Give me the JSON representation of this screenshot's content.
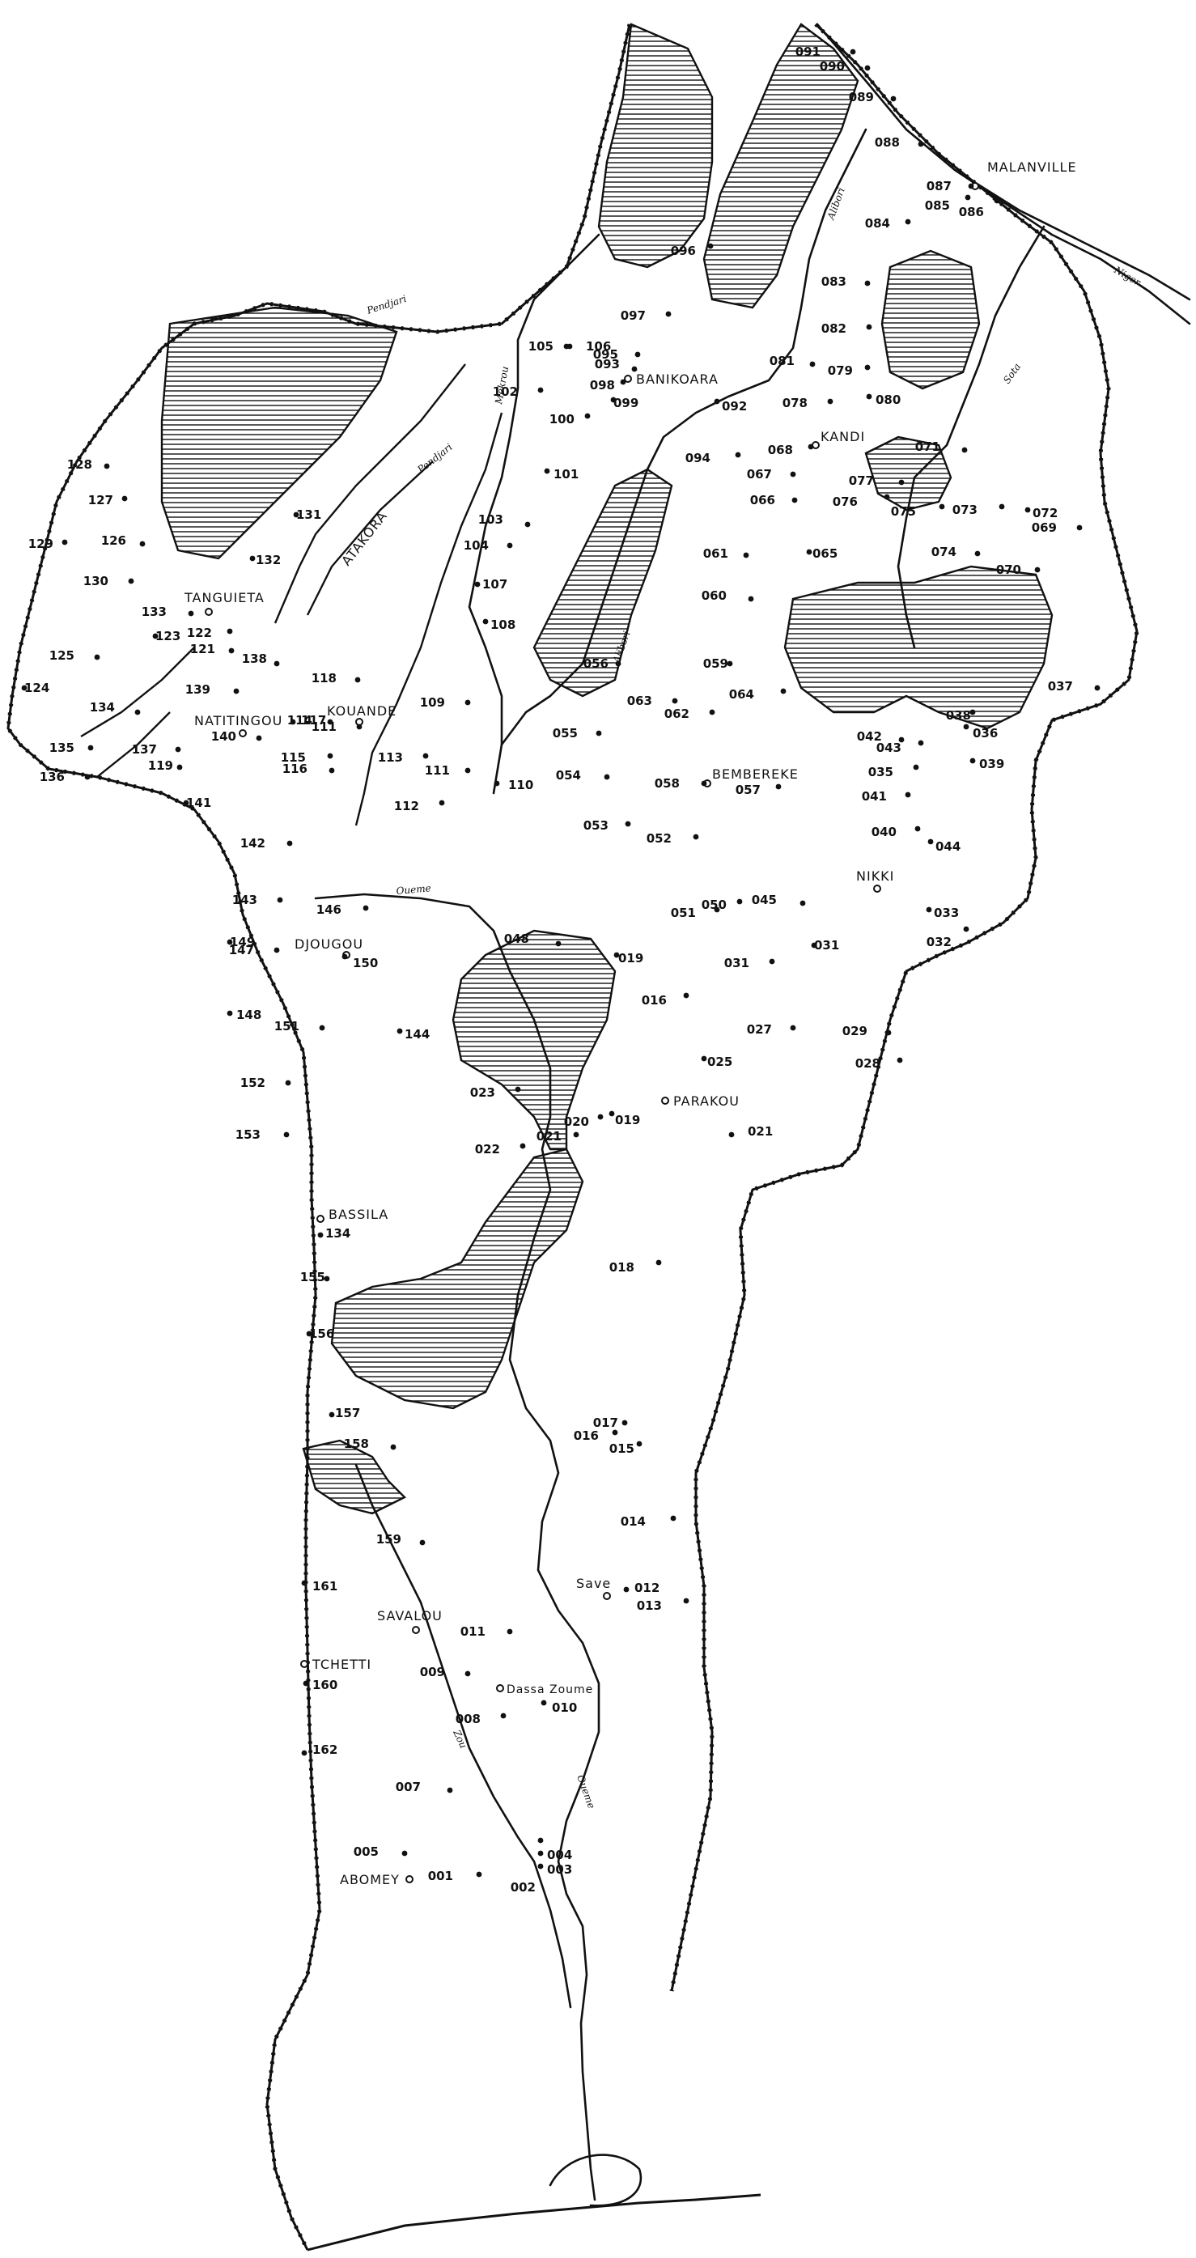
{
  "towns": [
    {
      "id": "malanville",
      "label": "MALANVILLE"
    },
    {
      "id": "banikoara",
      "label": "BANIKOARA"
    },
    {
      "id": "kandi",
      "label": "KANDI"
    },
    {
      "id": "tanguieta",
      "label": "TANGUIETA"
    },
    {
      "id": "natitingou",
      "label": "NATITINGOU"
    },
    {
      "id": "kouande",
      "label": "KOUANDE"
    },
    {
      "id": "bembereke",
      "label": "BEMBEREKE"
    },
    {
      "id": "nikki",
      "label": "NIKKI"
    },
    {
      "id": "djougou",
      "label": "DJOUGOU"
    },
    {
      "id": "parakou",
      "label": "PARAKOU"
    },
    {
      "id": "bassila",
      "label": "BASSILA"
    },
    {
      "id": "save",
      "label": "Save"
    },
    {
      "id": "savalou",
      "label": "SAVALOU"
    },
    {
      "id": "tchetti",
      "label": "TCHETTI"
    },
    {
      "id": "dassa",
      "label": "Dassa Zoume"
    },
    {
      "id": "abomey",
      "label": "ABOMEY"
    }
  ],
  "region_labels": [
    {
      "id": "atakora",
      "label": "ATAKORA"
    }
  ],
  "rivers": [
    {
      "id": "niger",
      "label": "Niger"
    },
    {
      "id": "pendjari-1",
      "label": "Pendjari"
    },
    {
      "id": "pendjari-2",
      "label": "Pendjari"
    },
    {
      "id": "alibori-1",
      "label": "Alibori"
    },
    {
      "id": "alibori-2",
      "label": "Alibori"
    },
    {
      "id": "sota",
      "label": "Sota"
    },
    {
      "id": "mekrou",
      "label": "Mekrou"
    },
    {
      "id": "oueme-1",
      "label": "Oueme"
    },
    {
      "id": "oueme-2",
      "label": "Oueme"
    },
    {
      "id": "zou",
      "label": "Zou"
    }
  ],
  "points": [
    {
      "label": "001"
    },
    {
      "label": "002"
    },
    {
      "label": "003"
    },
    {
      "label": "004"
    },
    {
      "label": "005"
    },
    {
      "label": "007"
    },
    {
      "label": "008"
    },
    {
      "label": "009"
    },
    {
      "label": "010"
    },
    {
      "label": "011"
    },
    {
      "label": "012"
    },
    {
      "label": "013"
    },
    {
      "label": "014"
    },
    {
      "label": "015"
    },
    {
      "label": "016"
    },
    {
      "label": "017"
    },
    {
      "label": "018"
    },
    {
      "label": "019"
    },
    {
      "label": "020"
    },
    {
      "label": "021"
    },
    {
      "label": "021"
    },
    {
      "label": "022"
    },
    {
      "label": "023"
    },
    {
      "label": "025"
    },
    {
      "label": "016"
    },
    {
      "label": "019"
    },
    {
      "label": "027"
    },
    {
      "label": "028"
    },
    {
      "label": "029"
    },
    {
      "label": "031"
    },
    {
      "label": "031"
    },
    {
      "label": "032"
    },
    {
      "label": "033"
    },
    {
      "label": "035"
    },
    {
      "label": "036"
    },
    {
      "label": "037"
    },
    {
      "label": "038"
    },
    {
      "label": "039"
    },
    {
      "label": "040"
    },
    {
      "label": "041"
    },
    {
      "label": "042"
    },
    {
      "label": "043"
    },
    {
      "label": "044"
    },
    {
      "label": "045"
    },
    {
      "label": "048"
    },
    {
      "label": "050"
    },
    {
      "label": "051"
    },
    {
      "label": "052"
    },
    {
      "label": "053"
    },
    {
      "label": "054"
    },
    {
      "label": "055"
    },
    {
      "label": "056"
    },
    {
      "label": "057"
    },
    {
      "label": "058"
    },
    {
      "label": "059"
    },
    {
      "label": "060"
    },
    {
      "label": "061"
    },
    {
      "label": "062"
    },
    {
      "label": "063"
    },
    {
      "label": "064"
    },
    {
      "label": "065"
    },
    {
      "label": "066"
    },
    {
      "label": "067"
    },
    {
      "label": "068"
    },
    {
      "label": "069"
    },
    {
      "label": "070"
    },
    {
      "label": "071"
    },
    {
      "label": "072"
    },
    {
      "label": "073"
    },
    {
      "label": "074"
    },
    {
      "label": "075"
    },
    {
      "label": "076"
    },
    {
      "label": "077"
    },
    {
      "label": "078"
    },
    {
      "label": "079"
    },
    {
      "label": "080"
    },
    {
      "label": "081"
    },
    {
      "label": "082"
    },
    {
      "label": "083"
    },
    {
      "label": "084"
    },
    {
      "label": "085"
    },
    {
      "label": "086"
    },
    {
      "label": "087"
    },
    {
      "label": "088"
    },
    {
      "label": "089"
    },
    {
      "label": "090"
    },
    {
      "label": "091"
    },
    {
      "label": "092"
    },
    {
      "label": "093"
    },
    {
      "label": "094"
    },
    {
      "label": "095"
    },
    {
      "label": "096"
    },
    {
      "label": "097"
    },
    {
      "label": "098"
    },
    {
      "label": "099"
    },
    {
      "label": "100"
    },
    {
      "label": "101"
    },
    {
      "label": "102"
    },
    {
      "label": "103"
    },
    {
      "label": "104"
    },
    {
      "label": "105"
    },
    {
      "label": "106"
    },
    {
      "label": "107"
    },
    {
      "label": "108"
    },
    {
      "label": "109"
    },
    {
      "label": "110"
    },
    {
      "label": "111"
    },
    {
      "label": "112"
    },
    {
      "label": "113"
    },
    {
      "label": "114"
    },
    {
      "label": "115"
    },
    {
      "label": "116"
    },
    {
      "label": "117"
    },
    {
      "label": "118"
    },
    {
      "label": "119"
    },
    {
      "label": "121"
    },
    {
      "label": "122"
    },
    {
      "label": "123"
    },
    {
      "label": "124"
    },
    {
      "label": "125"
    },
    {
      "label": "126"
    },
    {
      "label": "127"
    },
    {
      "label": "128"
    },
    {
      "label": "129"
    },
    {
      "label": "130"
    },
    {
      "label": "131"
    },
    {
      "label": "132"
    },
    {
      "label": "133"
    },
    {
      "label": "134"
    },
    {
      "label": "135"
    },
    {
      "label": "136"
    },
    {
      "label": "137"
    },
    {
      "label": "138"
    },
    {
      "label": "139"
    },
    {
      "label": "140"
    },
    {
      "label": "141"
    },
    {
      "label": "142"
    },
    {
      "label": "143"
    },
    {
      "label": "146"
    },
    {
      "label": "147"
    },
    {
      "label": "149"
    },
    {
      "label": "150"
    },
    {
      "label": "151"
    },
    {
      "label": "152"
    },
    {
      "label": "153"
    },
    {
      "label": "134"
    },
    {
      "label": "155"
    },
    {
      "label": "156"
    },
    {
      "label": "157"
    },
    {
      "label": "158"
    },
    {
      "label": "159"
    },
    {
      "label": "160"
    },
    {
      "label": "161"
    },
    {
      "label": "162"
    },
    {
      "label": "144"
    },
    {
      "label": "148"
    },
    {
      "label": "111"
    }
  ]
}
